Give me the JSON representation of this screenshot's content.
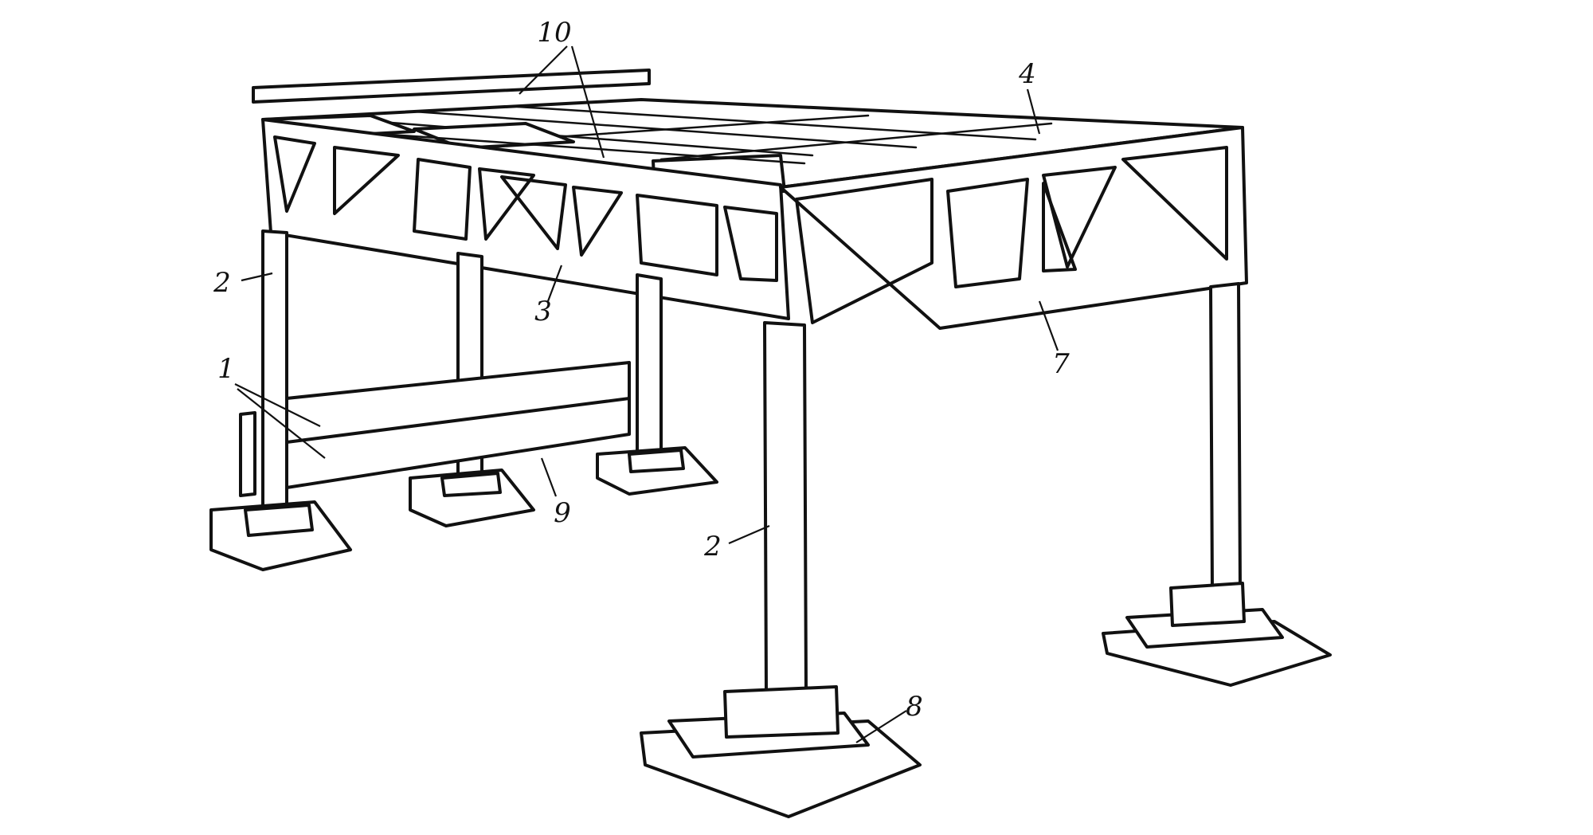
{
  "callouts": {
    "c10": "10",
    "c4": "4",
    "c2_left": "2",
    "c3": "3",
    "c7": "7",
    "c1": "1",
    "c9": "9",
    "c2_center": "2",
    "c8": "8"
  }
}
